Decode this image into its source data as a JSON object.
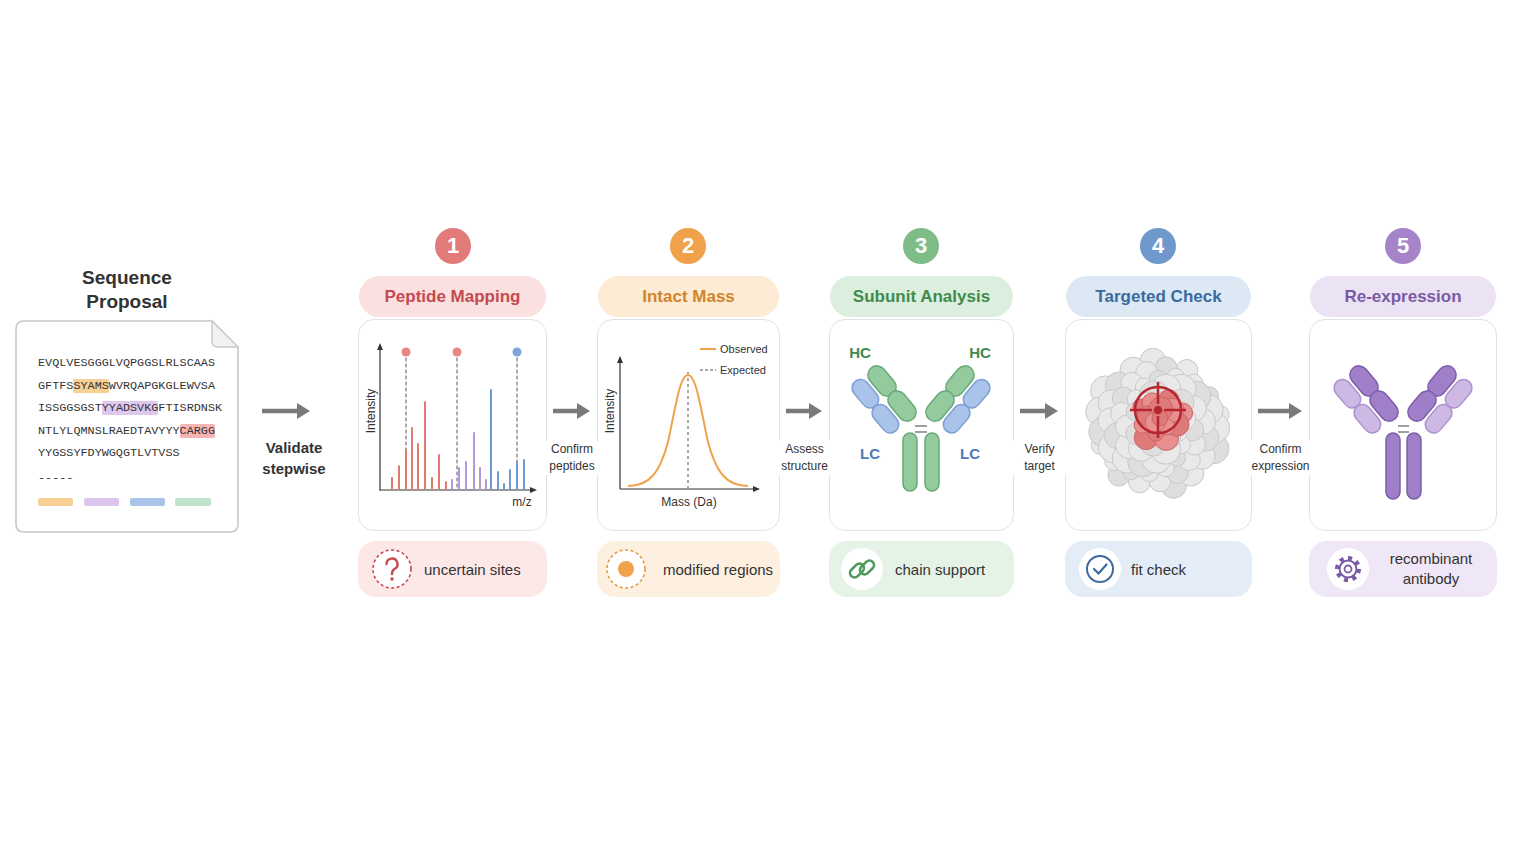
{
  "diagram": {
    "nodes": [
      {
        "text": [
          "Sequence Proposal",
          "EVQLVESGGGLVQPGGSLRLSCAAS",
          "GFTFSSYAMSWVRQAPGKGLEWVSA",
          "ISSGGSGSTYYADSVKGFTISRDNSK",
          "NTLYLQMNSLRAEDTAVYYYCARGG",
          "YYGSSYFDYWGQGTLVTVSS",
          "-----"
        ]
      },
      {
        "text": [
          "1"
        ]
      },
      {
        "text": [
          "Peptide Mapping",
          "Intensity",
          "m/z"
        ]
      },
      {
        "text": [
          "uncertain sites"
        ]
      },
      {
        "text": [
          "2"
        ]
      },
      {
        "text": [
          "Intact Mass",
          "Intensity",
          "Mass (Da)"
        ]
      },
      {
        "text": [
          "modified regions"
        ]
      },
      {
        "text": [
          "3"
        ]
      },
      {
        "text": [
          "Subunit Analysis",
          "HC",
          "HC",
          "LC",
          "LC"
        ]
      },
      {
        "text": [
          "chain support"
        ]
      },
      {
        "text": [
          "4"
        ]
      },
      {
        "text": [
          "Targeted Check"
        ]
      },
      {
        "text": [
          "fit check"
        ]
      },
      {
        "text": [
          "5"
        ]
      },
      {
        "text": [
          "Re-expression"
        ]
      },
      {
        "text": [
          "recombinant antibody"
        ]
      }
    ],
    "edges": [
      {
        "from": 0,
        "to": 2,
        "arrow": "to",
        "label": "Validate stepwise"
      },
      {
        "from": 2,
        "to": 5,
        "arrow": "to",
        "label": "Confirm peptides"
      },
      {
        "from": 5,
        "to": 8,
        "arrow": "to",
        "label": "Assess structure"
      },
      {
        "from": 8,
        "to": 11,
        "arrow": "to",
        "label": "Verify target"
      },
      {
        "from": 11,
        "to": 14,
        "arrow": "to",
        "label": "Confirm expression"
      }
    ],
    "legend": [
      {
        "text": "Observed"
      },
      {
        "text": "Expected"
      }
    ]
  }
}
